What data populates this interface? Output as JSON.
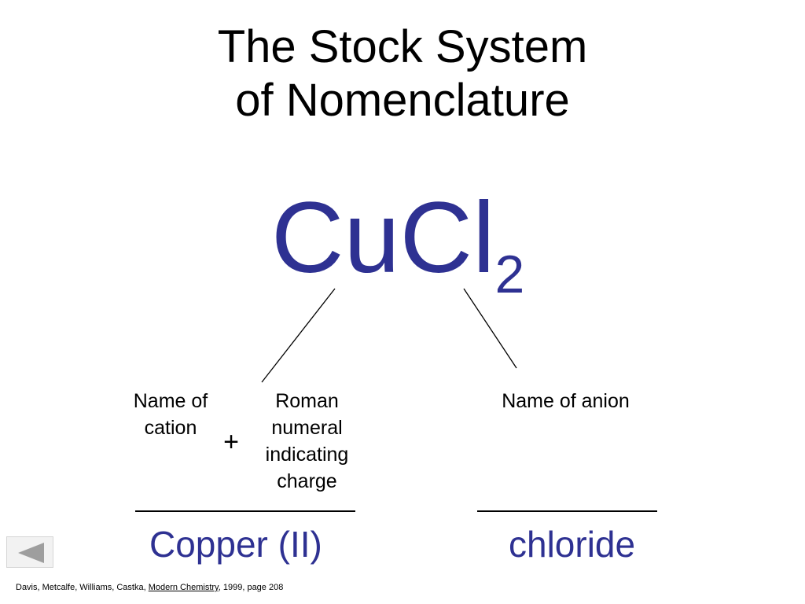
{
  "slide": {
    "title_line1": "The Stock System",
    "title_line2": "of Nomenclature",
    "formula": {
      "main": "CuCl",
      "subscript": "2",
      "color": "#2e3192"
    },
    "labels": {
      "cation_line1": "Name of",
      "cation_line2": "cation",
      "plus": "+",
      "roman_line1": "Roman",
      "roman_line2": "numeral",
      "roman_line3": "indicating",
      "roman_line4": "charge",
      "anion": "Name of anion"
    },
    "answers": {
      "cation_answer": "Copper (II)",
      "anion_answer": "chloride",
      "color": "#2e3192"
    },
    "nav": {
      "back_icon": "left-triangle-icon"
    },
    "citation": {
      "authors": "Davis, Metcalfe, Williams, Castka, ",
      "book": "Modern Chemistry",
      "details": ", 1999,  page 208"
    }
  }
}
